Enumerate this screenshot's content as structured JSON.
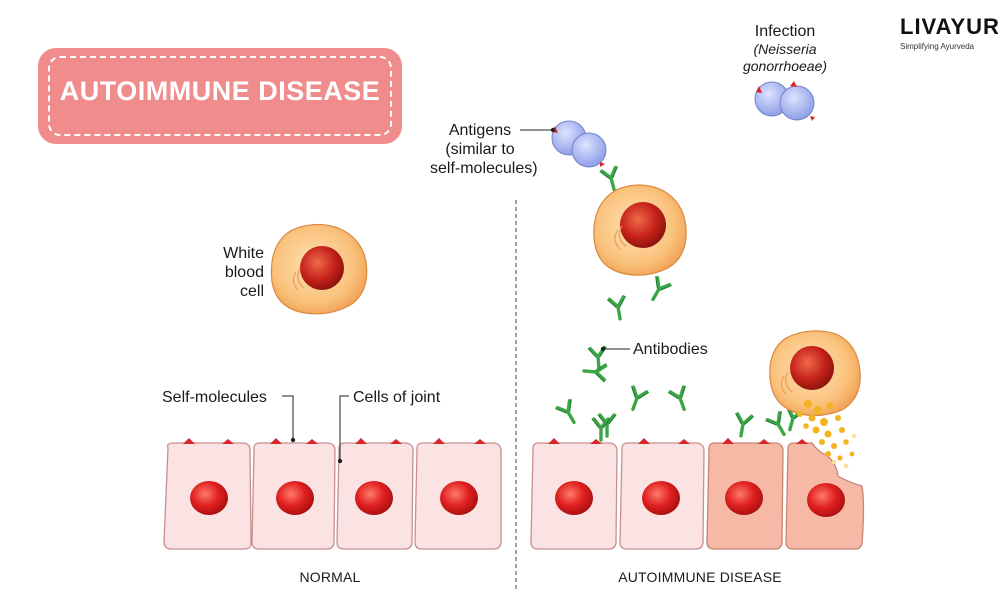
{
  "title": "AUTOIMMUNE DISEASE",
  "brand": {
    "name": "LIVAYUR",
    "tagline": "Simplifying Ayurveda"
  },
  "labels": {
    "white_blood_cell": [
      "White",
      "blood",
      "cell"
    ],
    "self_molecules": "Self-molecules",
    "cells_of_joint": "Cells of joint",
    "antigens": [
      "Antigens",
      "(similar to",
      "self-molecules)"
    ],
    "infection": "Infection",
    "infection_species": [
      "(Neisseria",
      "gonorrhoeae)"
    ],
    "antibodies": "Antibodies"
  },
  "captions": {
    "normal": "NORMAL",
    "autoimmune": "AUTOIMMUNE DISEASE"
  },
  "colors": {
    "banner": "#f08c8c",
    "cell_fill": "#fbe3e3",
    "cell_damaged": "#f6b9a6",
    "nucleus": "#e42222",
    "antibody": "#3aa648",
    "antigen": "#a6b3ee",
    "white_cell": "#f9c07a",
    "debris": "#f5b21f"
  }
}
